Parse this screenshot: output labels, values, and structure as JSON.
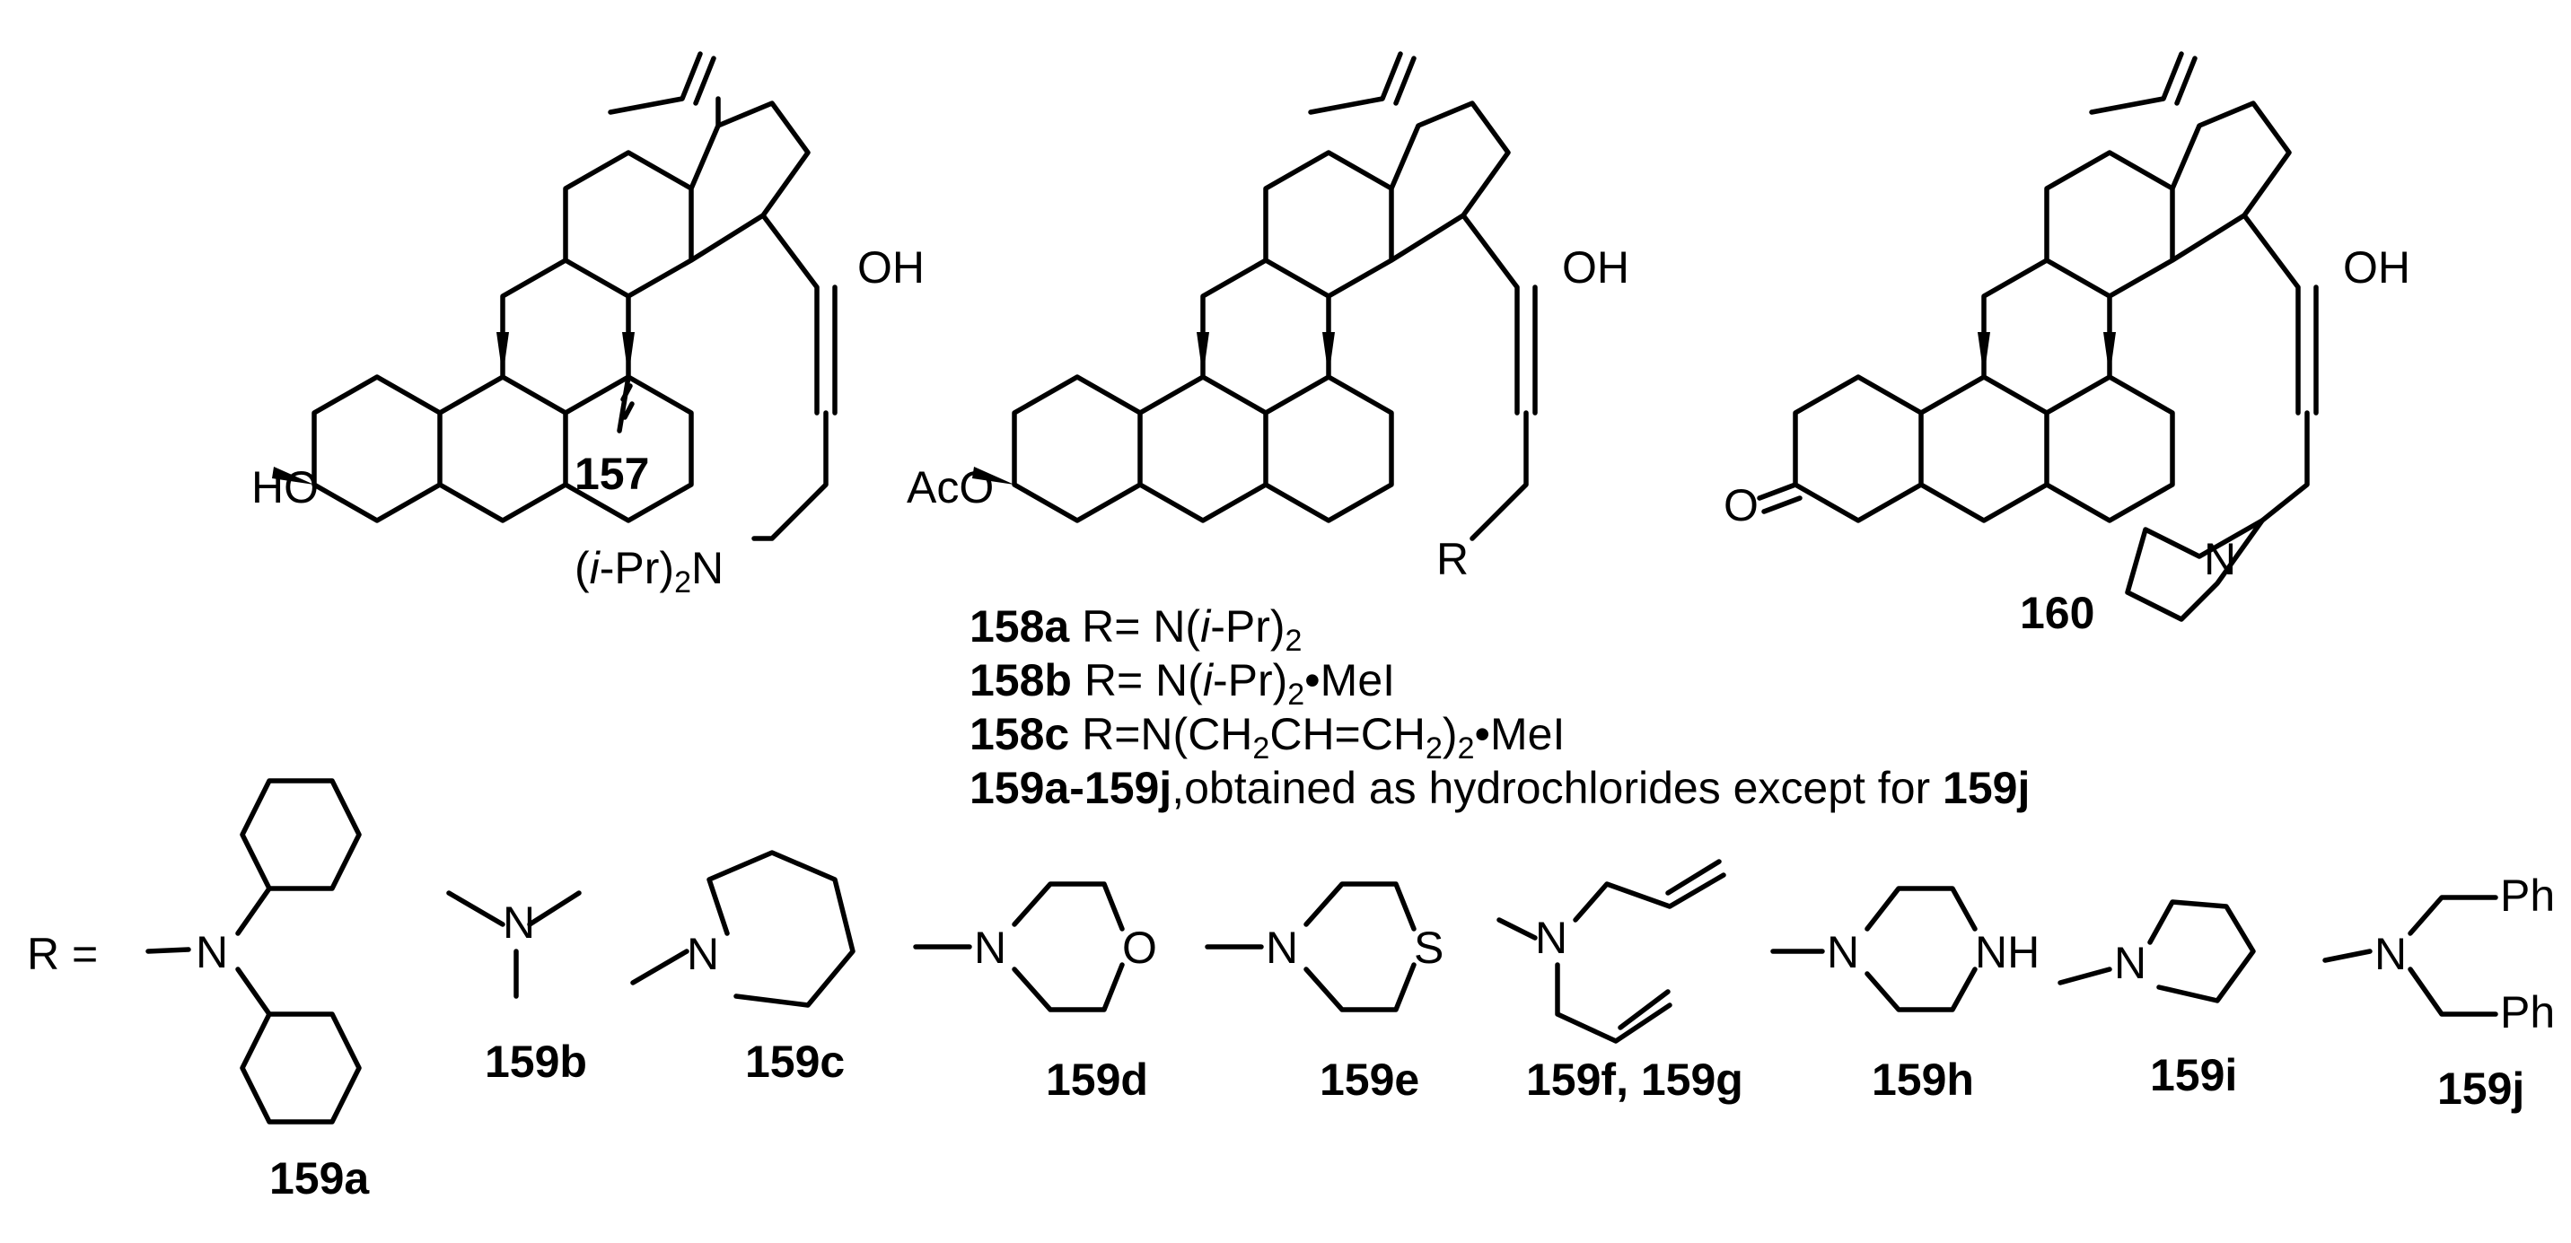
{
  "compounds": {
    "c157": {
      "id": "157",
      "labels": {
        "oh_side": "OH",
        "oh_ring": "HO",
        "amine_prefix": "(",
        "amine_italic": "i",
        "amine_mid": "-Pr)",
        "amine_sub": "2",
        "amine_tail": "N"
      }
    },
    "c158": {
      "labels": {
        "oh_side": "OH",
        "ester": "AcO",
        "r_group": "R"
      }
    },
    "c160": {
      "id": "160",
      "labels": {
        "oh_side": "OH",
        "ketone": "O",
        "nitrogen": "N"
      }
    }
  },
  "captions": {
    "l158a": {
      "id": "158a",
      "pre": " R= N(",
      "it": "i",
      "mid": "-Pr)",
      "sub": "2"
    },
    "l158b": {
      "id": "158b",
      "pre": " R= N(",
      "it": "i",
      "mid": "-Pr)",
      "sub": "2",
      "tail": "•MeI"
    },
    "l158c": {
      "id": "158c",
      "pre": " R=N(CH",
      "sub1": "2",
      "mid": "CH=CH",
      "sub2": "2",
      "mid2": ")",
      "sub3": "2",
      "tail": "•MeI"
    },
    "l159": {
      "id": "159a-159j",
      "text": ",obtained as hydrochlorides except for ",
      "id2": "159j"
    }
  },
  "r_groups": {
    "prefix": "R =",
    "nitrogen": "N",
    "oxygen": "O",
    "sulfur": "S",
    "nh": "NH",
    "phenyl": "Ph",
    "items": [
      {
        "id": "159a"
      },
      {
        "id": "159b"
      },
      {
        "id": "159c"
      },
      {
        "id": "159d"
      },
      {
        "id": "159e"
      },
      {
        "id": "159f, 159g"
      },
      {
        "id": "159h"
      },
      {
        "id": "159i"
      },
      {
        "id": "159j"
      }
    ]
  }
}
